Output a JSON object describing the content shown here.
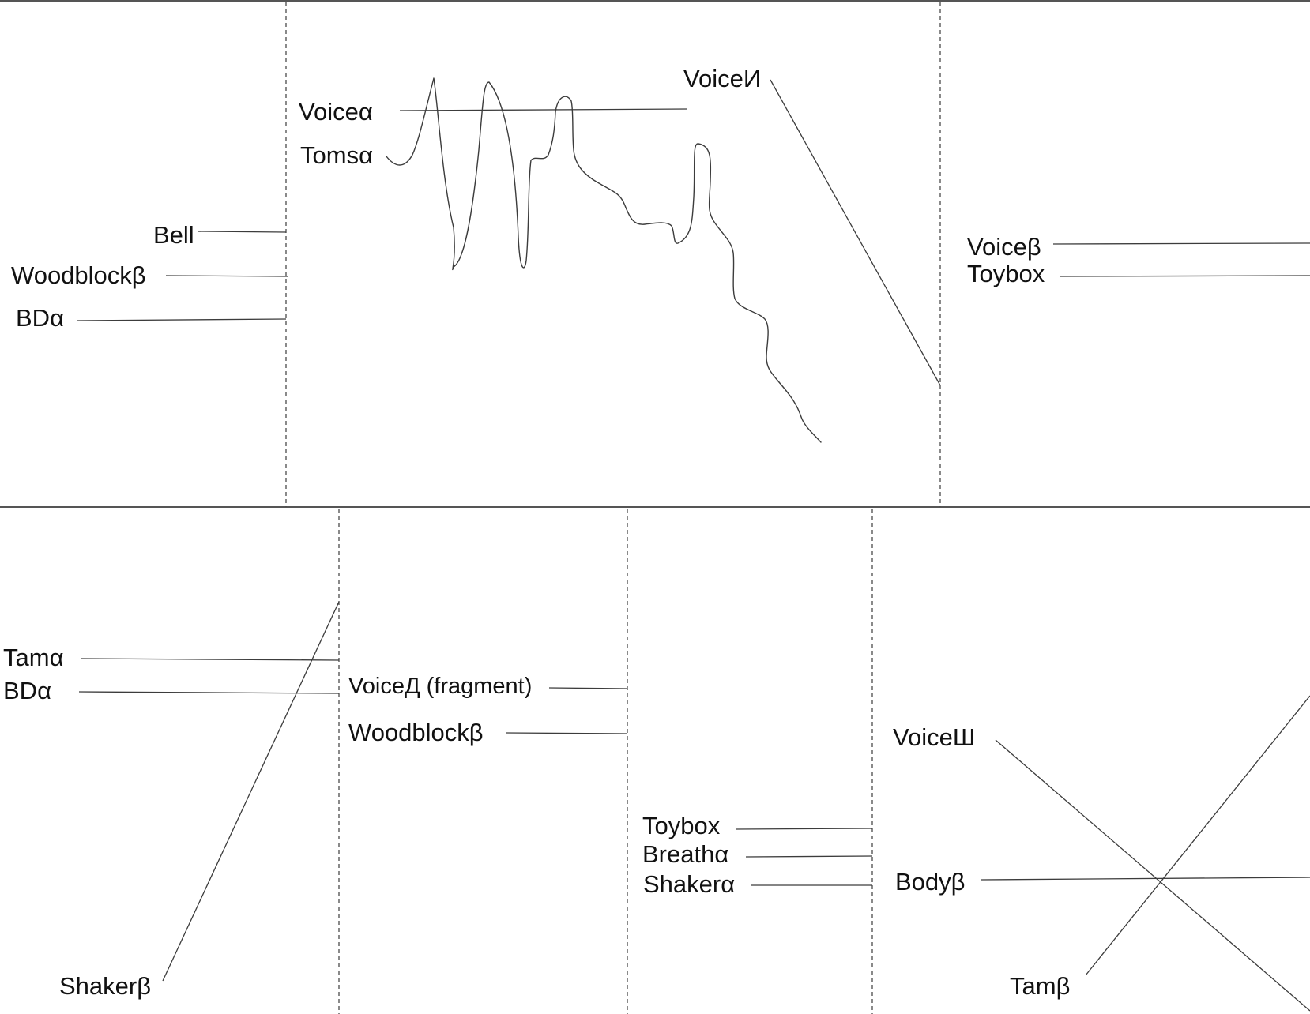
{
  "top_system": {
    "left_labels": {
      "bell": "Bell",
      "woodblock": "Woodblockβ",
      "bd": "BDα"
    },
    "middle_labels": {
      "voice_a": "Voiceα",
      "toms": "Tomsα",
      "voice_i": "VoiceИ"
    },
    "right_labels": {
      "voice_b": "Voiceβ",
      "toybox": "Toybox"
    }
  },
  "bottom_system": {
    "col1_labels": {
      "tam": "Tamα",
      "bd": "BDα",
      "shaker": "Shakerβ"
    },
    "col2_labels": {
      "voice_d": "VoiceД (fragment)",
      "woodblock": "Woodblockβ"
    },
    "col3_labels": {
      "toybox": "Toybox",
      "breath": "Breathα",
      "shaker": "Shakerα"
    },
    "col4_labels": {
      "voice_sh": "VoiceШ",
      "body": "Bodyβ",
      "tam": "Tamβ"
    }
  },
  "colors": {
    "line": "#3c3c3c",
    "frame": "#555555",
    "text": "#111111"
  }
}
